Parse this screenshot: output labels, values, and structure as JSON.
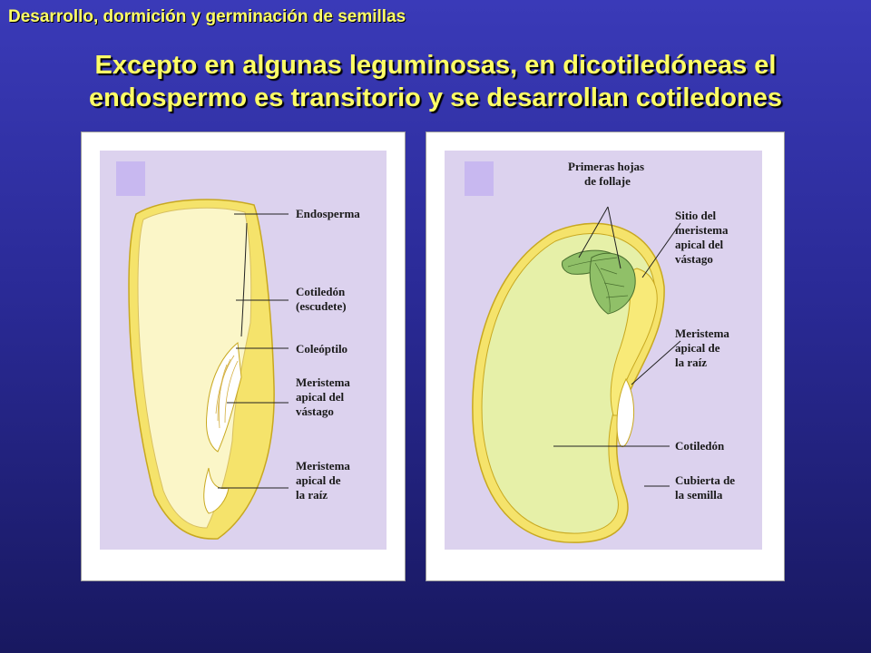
{
  "header": "Desarrollo, dormición y germinación de semillas",
  "title_line1": "Excepto en algunas leguminosas, en dicotiledóneas el",
  "title_line2": "endospermo es transitorio y se desarrollan cotiledones",
  "colors": {
    "title": "#ffff66",
    "background": "#2a2a96",
    "figure_bg": "#dcd2ee",
    "seed_coat": "#f5e36b",
    "endosperm": "#fbf6c8",
    "cotyledon_bean": "#e6f0a8",
    "leaf": "#90c068"
  },
  "left_figure": {
    "labels": {
      "endosperma": "Endosperma",
      "cotiledon_l1": "Cotiledón",
      "cotiledon_l2": "(escudete)",
      "coleoptilo": "Coleóptilo",
      "meristema_vast_l1": "Meristema",
      "meristema_vast_l2": "apical del",
      "meristema_vast_l3": "vástago",
      "meristema_raiz_l1": "Meristema",
      "meristema_raiz_l2": "apical de",
      "meristema_raiz_l3": "la raíz"
    }
  },
  "right_figure": {
    "labels": {
      "hojas_l1": "Primeras hojas",
      "hojas_l2": "de follaje",
      "sitio_l1": "Sitio del",
      "sitio_l2": "meristema",
      "sitio_l3": "apical del",
      "sitio_l4": "vástago",
      "meristema_raiz_l1": "Meristema",
      "meristema_raiz_l2": "apical de",
      "meristema_raiz_l3": "la raíz",
      "cotiledon": "Cotiledón",
      "cubierta_l1": "Cubierta de",
      "cubierta_l2": "la semilla"
    }
  }
}
